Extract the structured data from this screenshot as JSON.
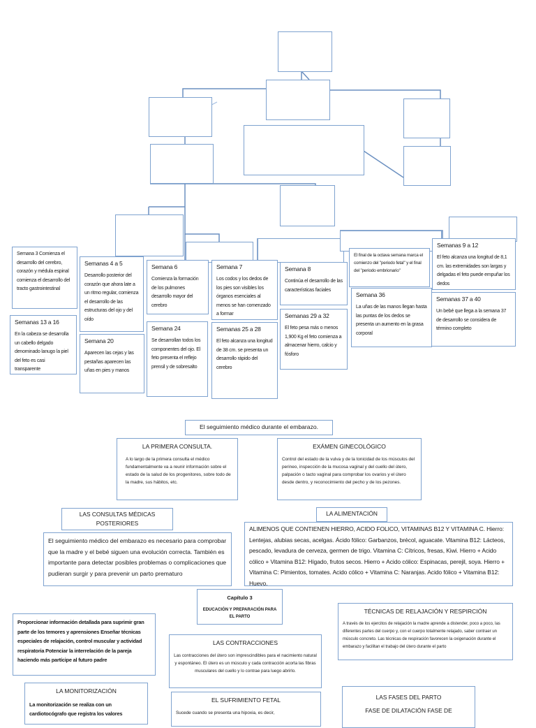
{
  "timeline": [
    {
      "title": "Semana 3 Comienza el desarrollo del cerebro, corazón y médula espinal comienza el desarrollo del tracto gastrointestinal",
      "body": ""
    },
    {
      "title": "Semanas 13 a 16",
      "body": "En la cabeza se desarrolla un cabello delgado denominado lanugo la piel del feto es casi transparente"
    },
    {
      "title": "Semanas 4 a 5",
      "body": "Desarrollo posterior del corazón que ahora late a un ritmo regular, comienza el desarrollo de las estructuras del ojo y del oído"
    },
    {
      "title": "Semana 20",
      "body": "Aparecen las cejas y las pestañas aparecen las uñas en pies y manos"
    },
    {
      "title": "Semana 6",
      "body": "Comienza la formación de los pulmones desarrollo mayor del cerebro"
    },
    {
      "title": "Semana 24",
      "body": "Se desarrollan todos los componentes del ojo. El feto presenta el reflejo prensil y de sobresalto"
    },
    {
      "title": "Semana 7",
      "body": "Los codos y los dedos de los pies son visibles los órganos esenciales al menos se han comenzado a formar"
    },
    {
      "title": "Semanas 25 a 28",
      "body": "El feto alcanza una longitud de 38 cm. se presenta un desarrollo rápido del cerebro"
    },
    {
      "title": "Semana 8",
      "body": "Continúa el desarrollo de las características faciales"
    },
    {
      "title": "Semanas 29 a 32",
      "body": "El feto pesa más o menos 1,900 Kg el feto comienza a almacenar hierro, calcio y fósforo"
    },
    {
      "title": "",
      "body": "El final de la octava semana marca el comienzo del \"periodo fetal\" y el final del \"periodo embrionario\""
    },
    {
      "title": "Semana 36",
      "body": "La uñas de las manos llegan hasta las puntas de los dedos se presenta un aumento en la grasa corporal"
    },
    {
      "title": "Semanas 9 a 12",
      "body": "El feto alcanza una longitud de 8,1 cm. las extremidades son largas y delgadas el feto puede empuñar los dedos"
    },
    {
      "title": "Semanas 37 a 40",
      "body": "Un bebé que llega a la semana 37 de desarrollo se considera de término completo"
    }
  ],
  "section_title": "El seguimiento médico durante el embarazo.",
  "primera": {
    "title": "LA PRIMERA CONSULTA.",
    "body": "A lo largo de la primera consulta el médico fundamentalmente va a reunir información sobre el estado de la salud de los progenitores, sobre todo de la madre, sus hábitos, etc."
  },
  "gineco": {
    "title": "EXÁMEN GINECOLÓGICO",
    "body": "Control del estado de la vulva y de la tonicidad de los músculos del perineo, inspección de la mucosa vaginal y del cuello del útero, palpación o tacto vaginal para comprobar los ovarios y el útero desde dentro, y reconocimiento del pecho y de los pezones."
  },
  "consultas": {
    "title": "LAS CONSULTAS MÉDICAS POSTERIORES",
    "body": "El seguimiento médico del embarazo es necesario para comprobar que la madre y el bebé siguen una evolución correcta. También es importante para detectar posibles problemas o complicaciones que pudieran surgir y para prevenir un parto prematuro"
  },
  "alimentacion": {
    "title": "LA ALIMENTACIÓN",
    "body": "ALIMENOS QUE CONTIENEN HIERRO, ACIDO FOLICO, VITAMINAS B12 Y VITAMINA C. Hierro: Lentejas, alubias secas, acelgas. Ácido fólico: Garbanzos, brécol, aguacate. Vitamina B12: Lácteos, pescado, levadura de cerveza, germen de trigo. Vitamina C: Cítricos, fresas, Kiwi. Hierro + Acido cólico + Vitamina B12: Hígado, frutos secos. Hierro + Acido cólico: Espinacas, perejil, soya. Hierro + Vitamina C: Pimientos, tomates. Acido cólico + Vitamina C: Naranjas. Acido fólico + Vitamina B12: Huevo."
  },
  "capitulo": {
    "title": "Capítulo 3",
    "body": "EDUCACIÓN Y PREPARACIÓN PARA EL PARTO"
  },
  "tecnicas": {
    "title": "TÉCNICAS DE RELAJACIÓN Y RESPIRCIÓN",
    "body": "A través de los ejercitos de relajación la madre aprende a distender, poco a poco, las diferentes partes del cuerpo y, con el cuerpo totalmente relajado, saber contraer un músculo concreto. Las técnicas de respiración favorecen la oxigenación durante el embarazo y facilitan el trabajo del útero durante el parto"
  },
  "proporcionar": {
    "body": "Proporcionar información detallada para suprimir gran parte de los temores y aprensiones Enseñar técnicas especiales de relajación, control muscular y actividad respiratoria Potenciar la interrelación de la pareja haciendo más partícipe al futuro padre"
  },
  "contracciones": {
    "title": "LAS CONTRACCIONES",
    "body": "Las contracciones del útero son imprescindibles para el nacimiento natural y espontáneo. El útero es un músculo y cada contracción acorta las fibras musculares del cuello y lo contrae para luego abrirlo."
  },
  "monitorizacion": {
    "title": "LA MONITORIZACIÓN",
    "body": "La monitorización se realiza con un cardiotocógrafo que registra los valores"
  },
  "sufrimiento": {
    "title": "EL SUFRIMIENTO FETAL",
    "body": "Sucede cuando se presenta una hipoxia, es decir,"
  },
  "fases": {
    "title": "LAS FASES DEL PARTO",
    "body": "FASE DE DILATACIÓN FASE DE"
  },
  "colors": {
    "border": "#7ea2cf",
    "connector": "#6a8fc0"
  }
}
